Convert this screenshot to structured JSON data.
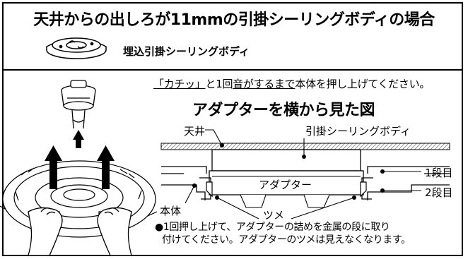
{
  "heading": {
    "title": "天井からの出しろが11mmの引掛シーリングボディの場合",
    "body_type_label": "埋込引掛シーリングボディ"
  },
  "instruction": {
    "quote": "「カチッ」",
    "rest_prefix": "と1回",
    "underlined": "音がするまで",
    "rest_suffix": "本体を押し上げてください。"
  },
  "side_view": {
    "title": "アダプターを横から見た図",
    "labels": {
      "ceiling": "天井",
      "ceiling_body": "引掛シーリングボディ",
      "adapter": "アダプター",
      "step1": "1段目",
      "step2": "2段目",
      "main_body": "本体",
      "claw": "ツメ"
    }
  },
  "note": {
    "bullet": "●",
    "line1": "1回押し上げて、アダプターの詰めを金属の段に取り",
    "line2": "付けてください。アダプターのツメは見えなくなります。"
  }
}
